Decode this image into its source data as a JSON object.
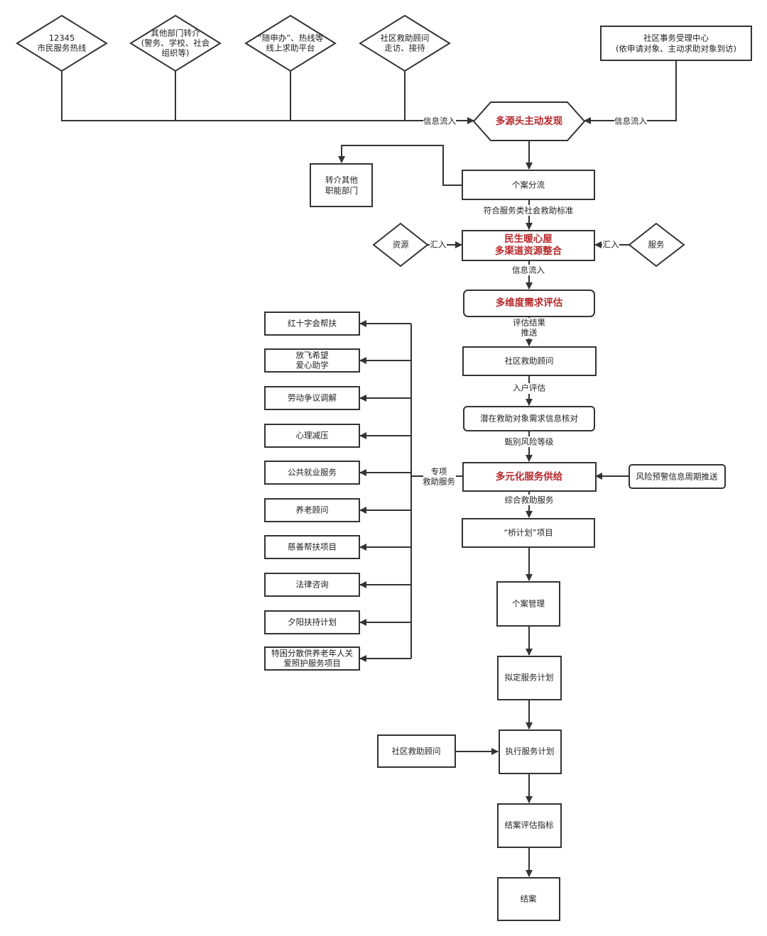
{
  "sources": [
    {
      "lines": [
        "12345",
        "市民服务热线"
      ]
    },
    {
      "lines": [
        "其他部门转介",
        "(警务、学校、社会",
        "组织等)"
      ]
    },
    {
      "lines": [
        "“随申办”、热线等",
        "线上求助平台"
      ]
    },
    {
      "lines": [
        "社区救助顾问",
        "走访、接待"
      ]
    }
  ],
  "center_source": {
    "lines": [
      "社区事务受理中心",
      "(依申请对象、主动求助对象到访)"
    ]
  },
  "main": {
    "discovery": "多源头主动发现",
    "triage": "个案分流",
    "referral": [
      "转介其他",
      "职能部门"
    ],
    "integration": [
      "民生暖心屋",
      "多渠道资源整合"
    ],
    "resource": "资源",
    "service": "服务",
    "assessment": "多维度需求评估",
    "advisor": "社区救助顾问",
    "verify": "潜在救助对象需求信息核对",
    "supply": "多元化服务供给",
    "risk": "风险预警信息周期推送",
    "bridge": "“桥计划”项目",
    "case_mgmt": "个案管理",
    "plan": "拟定服务计划",
    "execute": "执行服务计划",
    "advisor2": "社区救助顾问",
    "closing_eval": "结案评估指标",
    "closed": "结案"
  },
  "special_services": [
    [
      "红十字会帮扶"
    ],
    [
      "放飞希望",
      "爱心助学"
    ],
    [
      "劳动争议调解"
    ],
    [
      "心理减压"
    ],
    [
      "公共就业服务"
    ],
    [
      "养老顾问"
    ],
    [
      "慈善帮扶项目"
    ],
    [
      "法律咨询"
    ],
    [
      "夕阳扶持计划"
    ],
    [
      "特困分散供养老年人关",
      "爱照护服务项目"
    ]
  ],
  "edge_labels": {
    "info_in_left": "信息流入",
    "info_in_right": "信息流入",
    "standard": "符合服务类社会救助标准",
    "merge_left": "汇入",
    "merge_right": "汇入",
    "info_in": "信息流入",
    "result_push": [
      "评估结果",
      "推送"
    ],
    "home_eval": "入户评估",
    "risk_level": "甄别风险等级",
    "special": [
      "专项",
      "救助服务"
    ],
    "comprehensive": "综合救助服务"
  },
  "colors": {
    "accent_red": "#b8282c",
    "stroke": "#333333"
  }
}
